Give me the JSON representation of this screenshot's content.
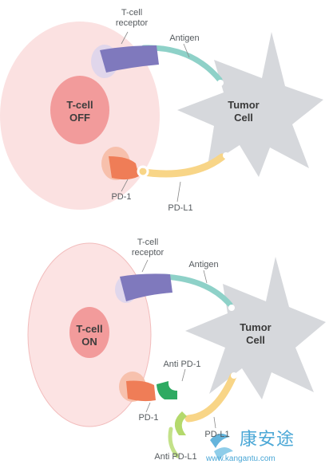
{
  "panels": [
    {
      "state": "OFF",
      "tcell_label": "T-cell",
      "tcell_state": "OFF",
      "tcr_label_line1": "T-cell",
      "tcr_label_line2": "receptor",
      "antigen_label": "Antigen",
      "tumor_label_line1": "Tumor",
      "tumor_label_line2": "Cell",
      "pd1_label": "PD-1",
      "pdl1_label": "PD-L1"
    },
    {
      "state": "ON",
      "tcell_label": "T-cell",
      "tcell_state": "ON",
      "tcr_label_line1": "T-cell",
      "tcr_label_line2": "receptor",
      "antigen_label": "Antigen",
      "tumor_label_line1": "Tumor",
      "tumor_label_line2": "Cell",
      "pd1_label": "PD-1",
      "pdl1_label": "PD-L1",
      "anti_pd1_label": "Anti PD-1",
      "anti_pdl1_label": "Anti PD-L1"
    }
  ],
  "watermark": {
    "text": "康安途",
    "url": "www.kangantu.com"
  },
  "colors": {
    "tcell_off_fill": "#fbe1e1",
    "tcell_on_fill": "#fce3e3",
    "nucleus": "#f29b9b",
    "tumor": "#d6d8dc",
    "tcr": "#7f79bd",
    "antigen": "#8ed1c8",
    "pd1": "#ef7d57",
    "pdl1": "#f8d587",
    "anti_pd1": "#2eaa62",
    "anti_pdl1": "#b4d96c"
  }
}
